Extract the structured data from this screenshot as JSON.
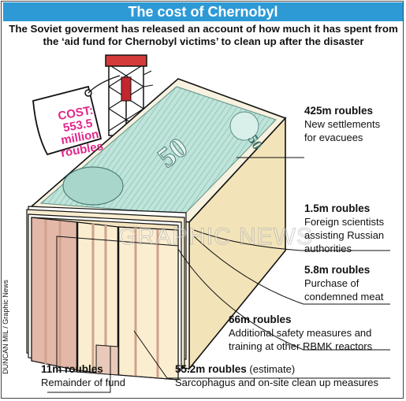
{
  "title": "The cost of Chernobyl",
  "subtitle": "The Soviet goverment has released an account of how much it has spent from the ‘aid fund for Chernobyl victims’ to clean up after the disaster",
  "tag": {
    "line1": "COST:",
    "line2": "553.5",
    "line3": "million",
    "line4": "roubles"
  },
  "credit": "DUNCAN MIL / Graphic News",
  "watermark": "GRAPHIC NEWS",
  "banknote_value": "50",
  "colors": {
    "title_bar": "#2d9ad6",
    "tag_text": "#e0278b",
    "block_face": "#f7f1df",
    "block_front": "#f2e3b9",
    "divider": "#cfa28d"
  },
  "chart_data": {
    "type": "bar",
    "title": "The cost of Chernobyl",
    "unit": "m roubles",
    "total": "553.5 million roubles",
    "categories": [
      "New settlements for evacuees",
      "Foreign scientists assisting Russian authorities",
      "Purchase of condemned meat",
      "Additional safety measures and training at other RBMK reactors",
      "Sarcophagus and on-site clean up measures",
      "Remainder of fund"
    ],
    "values": [
      425,
      1.5,
      5.8,
      66,
      55.2,
      11
    ],
    "labels": [
      {
        "amount": "425m roubles",
        "line1": "New settlements",
        "line2": "for evacuees",
        "line3": "",
        "note": ""
      },
      {
        "amount": "1.5m roubles",
        "line1": "Foreign scientists",
        "line2": "assisting Russian",
        "line3": "authorities",
        "note": ""
      },
      {
        "amount": "5.8m roubles",
        "line1": "Purchase of",
        "line2": "condemned meat",
        "line3": "",
        "note": ""
      },
      {
        "amount": "66m roubles",
        "line1": "Additional safety measures and",
        "line2": "training at other RBMK reactors",
        "line3": "",
        "note": ""
      },
      {
        "amount": "55.2m roubles",
        "line1": "Sarcophagus and on-site clean up measures",
        "line2": "",
        "line3": "",
        "note": "(estimate)"
      },
      {
        "amount": "11m roubles",
        "line1": "Remainder of fund",
        "line2": "",
        "line3": "",
        "note": ""
      }
    ]
  }
}
